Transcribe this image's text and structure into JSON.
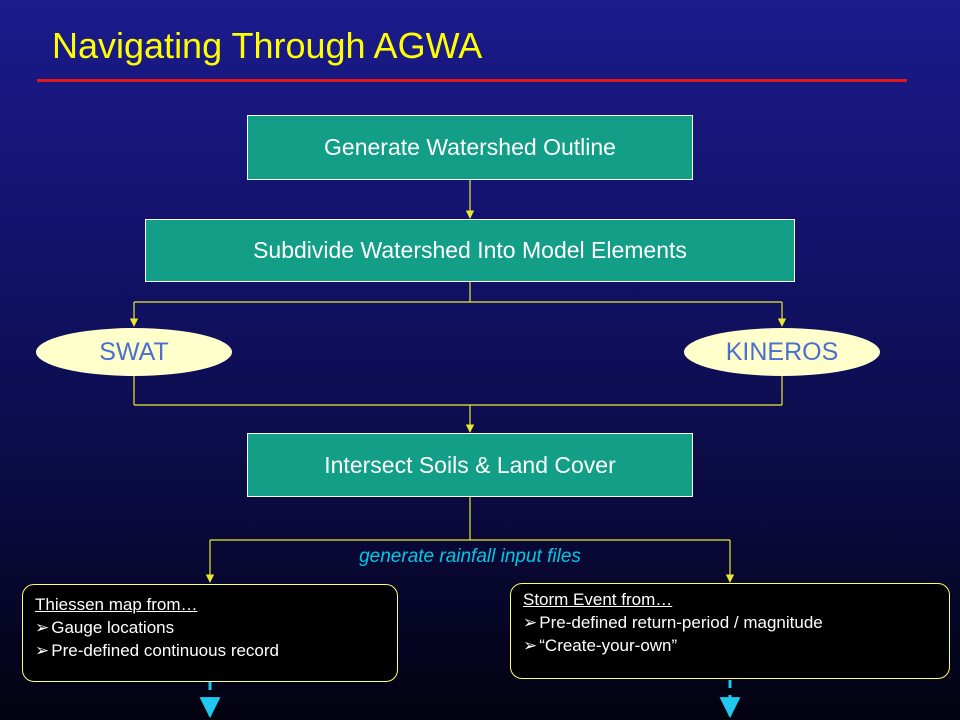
{
  "title": "Navigating Through AGWA",
  "colors": {
    "title": "#ffff00",
    "rule": "#e01818",
    "box_fill": "#139e87",
    "oval_fill": "#ffffcc",
    "oval_text": "#4a6fd0",
    "connector": "#e8e830",
    "rainfall_label": "#00c8e6",
    "dashed": "#20c8ee"
  },
  "steps": {
    "generate_watershed": "Generate Watershed Outline",
    "subdivide": "Subdivide Watershed Into Model Elements",
    "intersect": "Intersect Soils & Land Cover"
  },
  "models": {
    "left": "SWAT",
    "right": "KINEROS"
  },
  "rainfall_label": "generate rainfall input files",
  "thiessen": {
    "heading": "Thiessen map from…",
    "items": [
      "Gauge locations",
      "Pre-defined continuous record"
    ]
  },
  "storm": {
    "heading": "Storm Event from…",
    "items": [
      "Pre-defined return-period / magnitude",
      "“Create-your-own”"
    ]
  }
}
